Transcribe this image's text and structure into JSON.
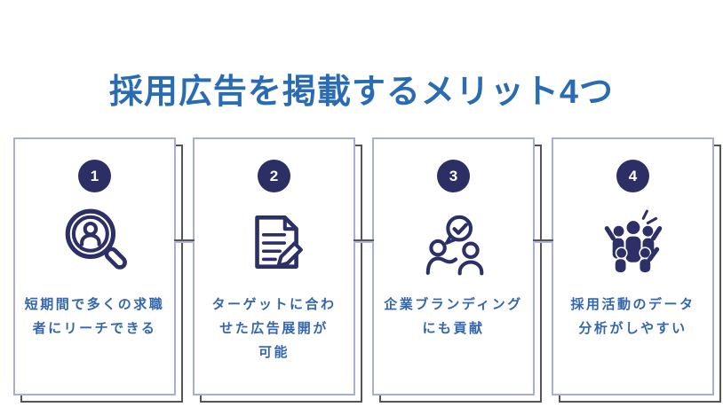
{
  "page": {
    "title": "採用広告を掲載するメリット4つ"
  },
  "colors": {
    "title_blue": "#2a6cb3",
    "body_text_blue": "#3366ad",
    "icon_navy": "#2c3067",
    "number_circle_navy": "#2b2f63",
    "card_border": "#a9aed4",
    "card_shadow_border": "#54545c"
  },
  "cards": [
    {
      "number": "1",
      "icon": "magnifier-person-icon",
      "text": "短期間で多くの求職\n者にリーチできる"
    },
    {
      "number": "2",
      "icon": "document-pencil-icon",
      "text": "ターゲットに合わ\nせた広告展開が\n可能"
    },
    {
      "number": "3",
      "icon": "people-dialog-check-icon",
      "text": "企業ブランディング\nにも貢献"
    },
    {
      "number": "4",
      "icon": "team-celebration-icon",
      "text": "採用活動のデータ\n分析がしやすい"
    }
  ]
}
